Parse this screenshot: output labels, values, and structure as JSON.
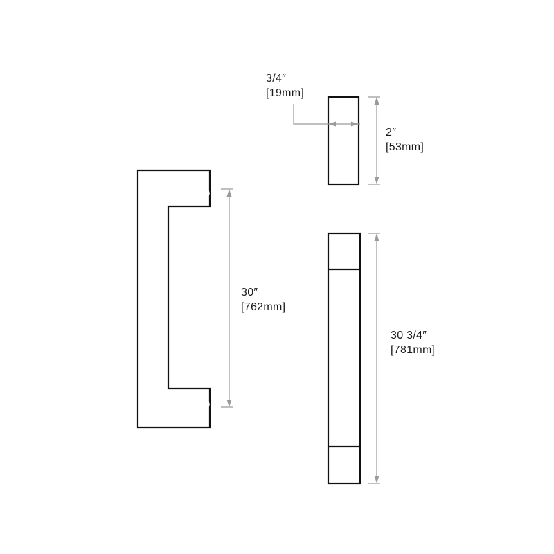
{
  "dimensions": {
    "width": {
      "imperial": "3/4″",
      "metric": "[19mm]"
    },
    "depth": {
      "imperial": "2″",
      "metric": "[53mm]"
    },
    "center_to_center": {
      "imperial": "30″",
      "metric": "[762mm]"
    },
    "overall_length": {
      "imperial": "30 3/4″",
      "metric": "[781mm]"
    }
  },
  "colors": {
    "outline": "#111111",
    "dimension": "#9a9a9a",
    "text": "#1a1a1a"
  }
}
